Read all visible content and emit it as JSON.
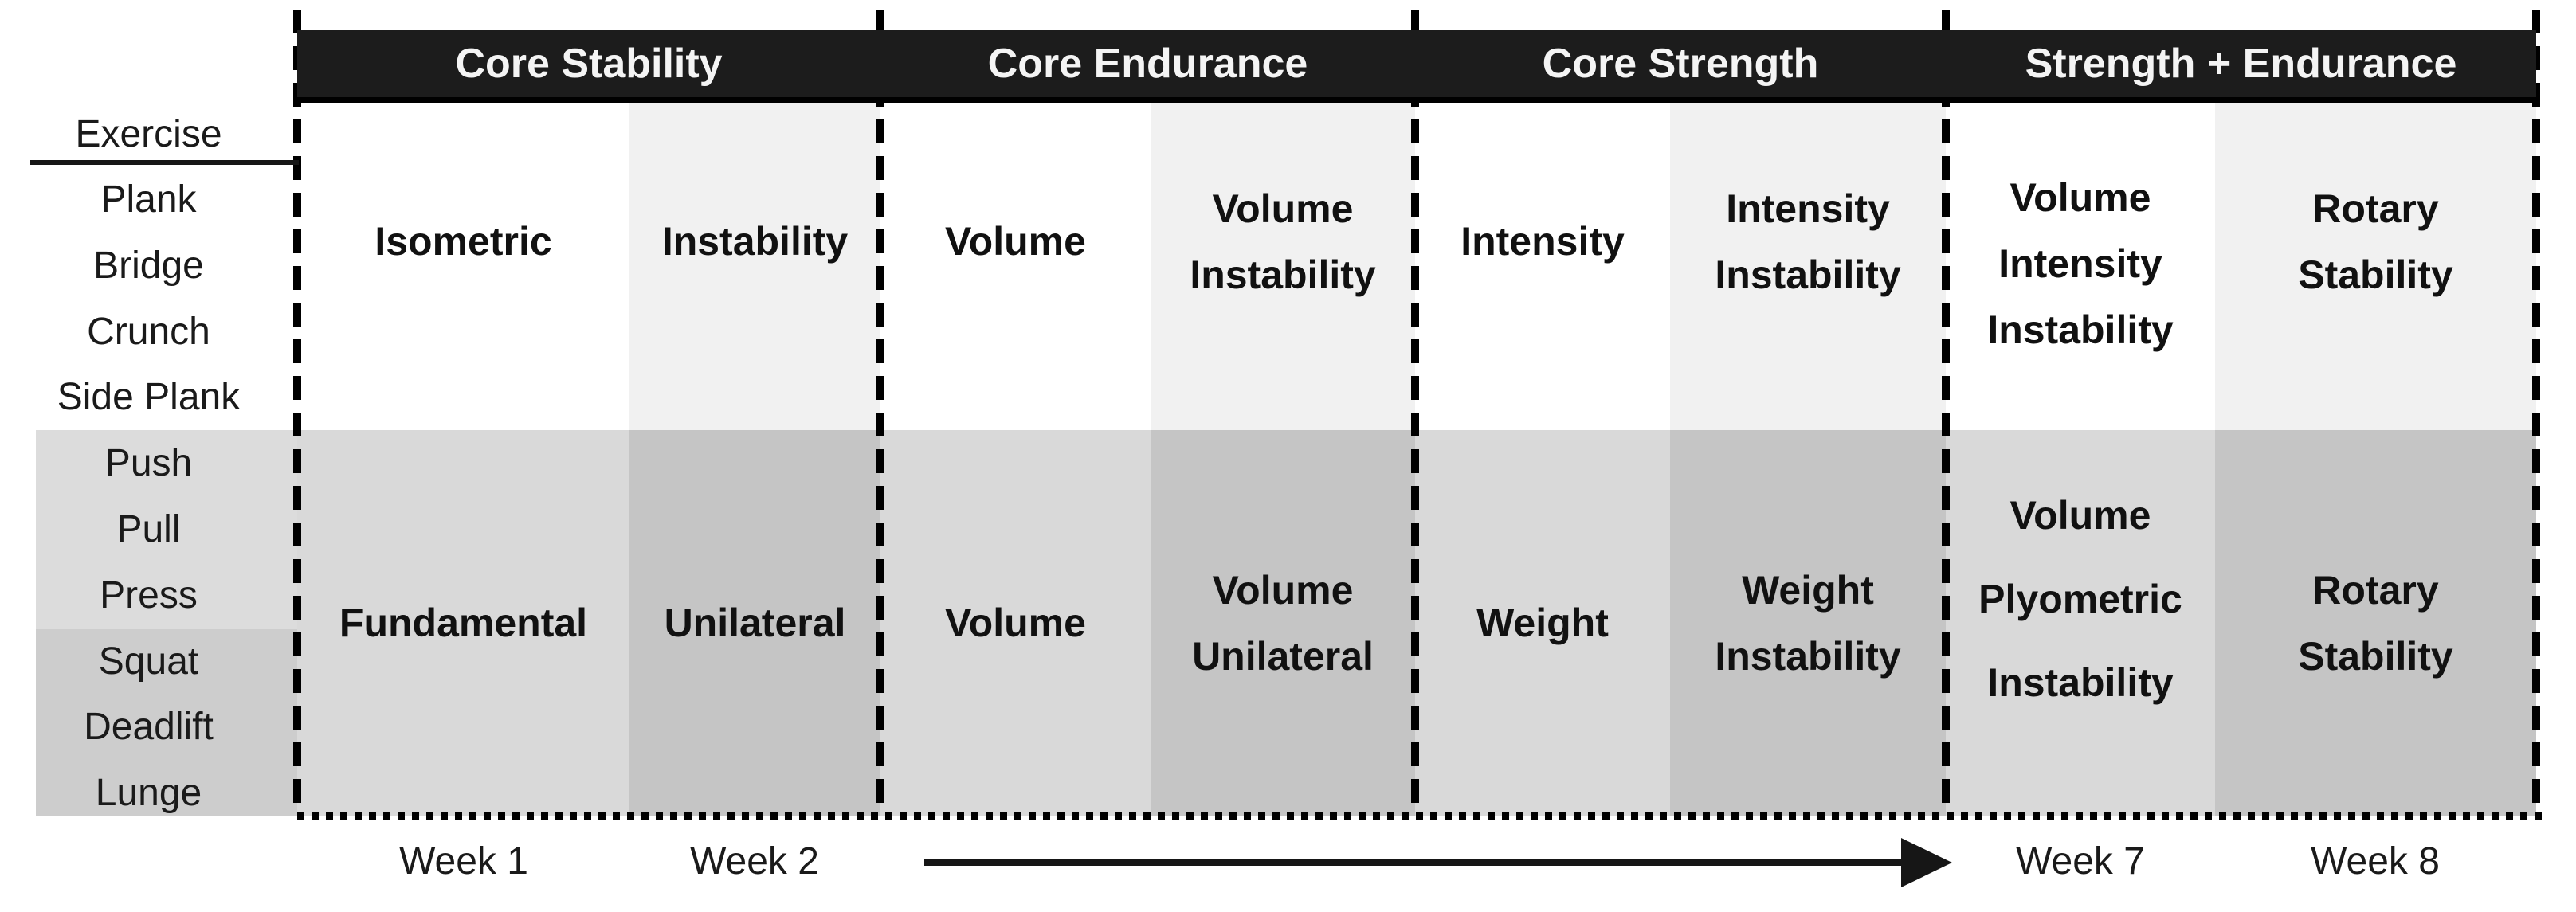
{
  "left_column": {
    "header": "Exercise",
    "rows": [
      "Plank",
      "Bridge",
      "Crunch",
      "Side Plank",
      "Push",
      "Pull",
      "Press",
      "Squat",
      "Deadlift",
      "Lunge"
    ]
  },
  "phases": [
    {
      "title": "Core Stability"
    },
    {
      "title": "Core Endurance"
    },
    {
      "title": "Core Strength"
    },
    {
      "title": "Strength + Endurance"
    }
  ],
  "grid": {
    "row1": [
      "Isometric",
      "Instability",
      "Volume",
      "Volume\nInstability",
      "Intensity",
      "Intensity\nInstability",
      "Volume\nIntensity\nInstability",
      "Rotary\nStability"
    ],
    "row2": [
      "Fundamental",
      "Unilateral",
      "Volume",
      "Volume\nUnilateral",
      "Weight",
      "Weight\nInstability",
      "Volume\nPlyometric\nInstability",
      "Rotary\nStability"
    ]
  },
  "axis": {
    "weeks": [
      "Week 1",
      "Week 2",
      "Week 7",
      "Week 8"
    ]
  },
  "colors": {
    "header_bg": "#1c1c1c",
    "header_text": "#f4f4f4",
    "row1_cell_white": "#ffffff",
    "row1_cell_shaded": "#f1f1f1",
    "row2_cell_light": "#d9d9d9",
    "row2_cell_dark": "#c5c5c5",
    "exercise_band_light": "#dcdcdc",
    "exercise_band_dark": "#cdcdcd",
    "line_color": "#000000",
    "text_color": "#1a1a1a"
  }
}
